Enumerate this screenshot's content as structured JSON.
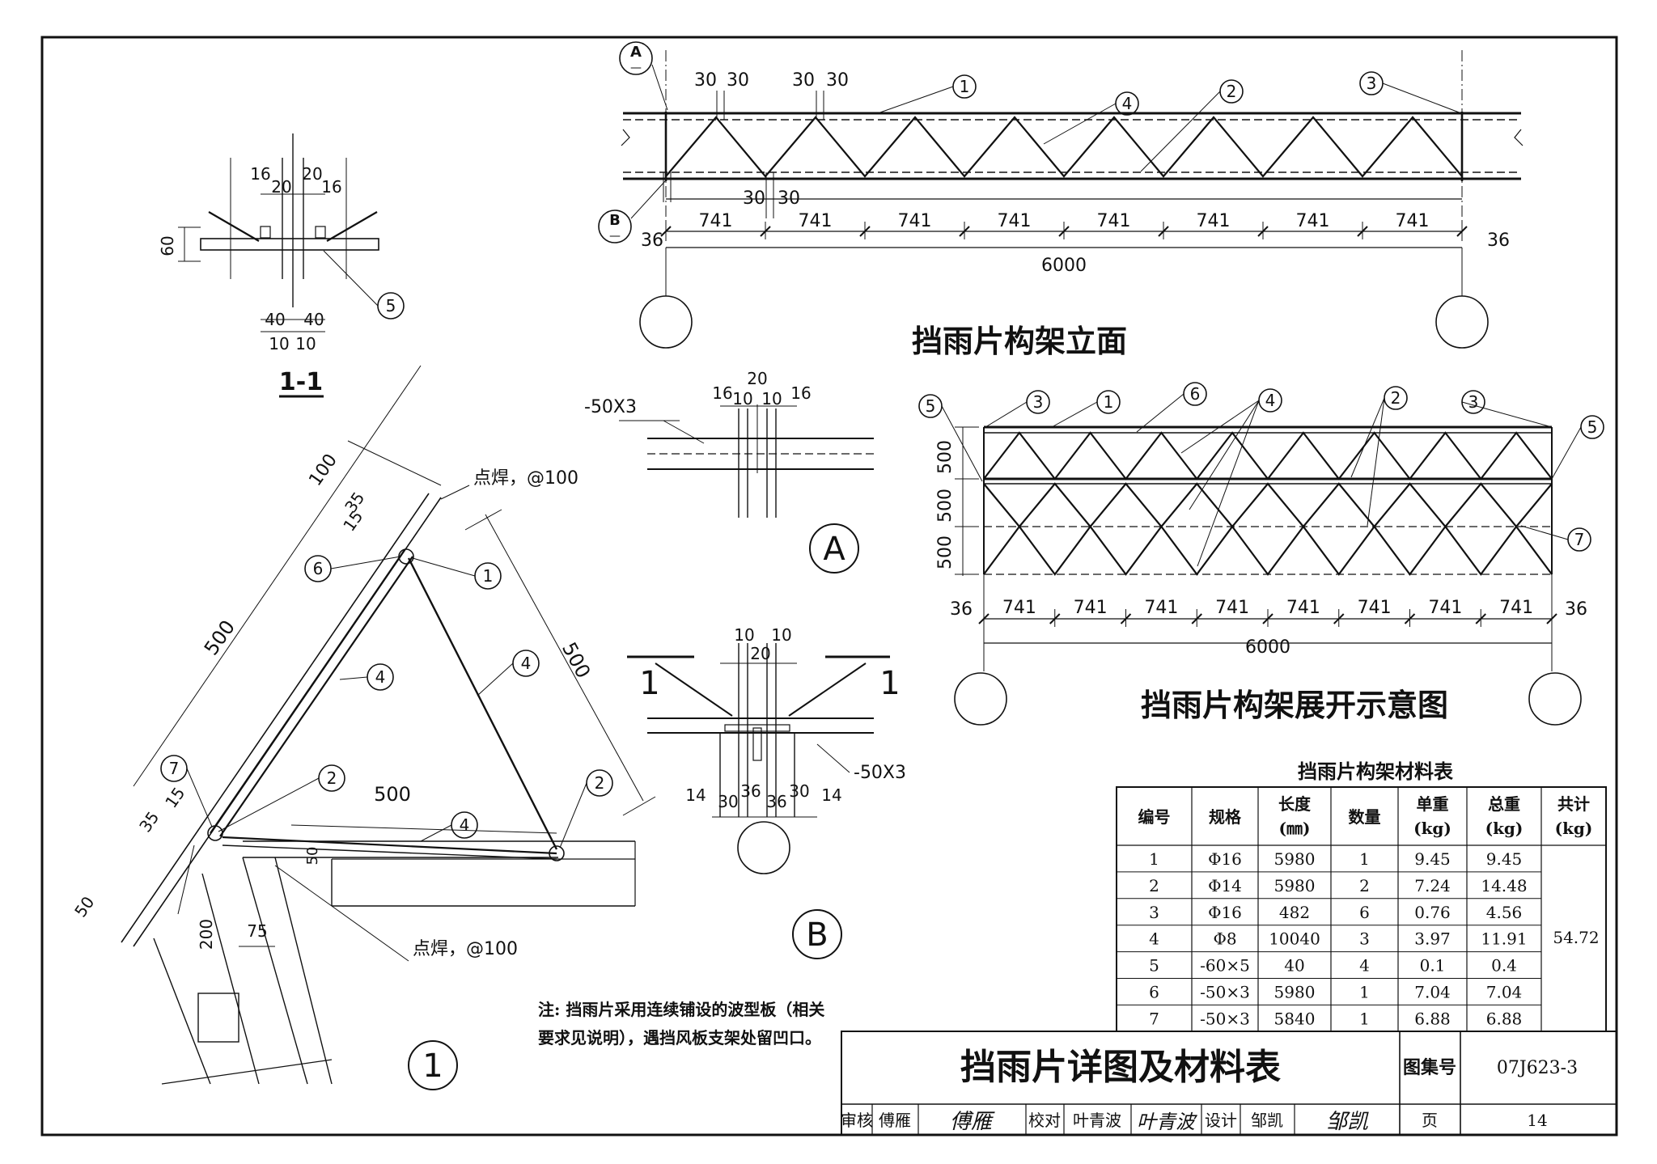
{
  "elevation": {
    "title": "挡雨片构架立面",
    "gaps": [
      "30",
      "30",
      "30",
      "30",
      "30",
      "30"
    ],
    "left_edge": "36",
    "right_edge": "36",
    "spans": [
      "741",
      "741",
      "741",
      "741",
      "741",
      "741",
      "741",
      "741"
    ],
    "total": "6000",
    "section_a": "A",
    "section_b": "B",
    "section_dash": "—",
    "balloons": [
      "1",
      "4",
      "2",
      "3"
    ]
  },
  "unfold": {
    "title": "挡雨片构架展开示意图",
    "heights": [
      "500",
      "500",
      "500"
    ],
    "left_edge": "36",
    "right_edge": "36",
    "spans": [
      "741",
      "741",
      "741",
      "741",
      "741",
      "741",
      "741",
      "741"
    ],
    "total": "6000",
    "balloons": [
      "5",
      "3",
      "1",
      "6",
      "4",
      "2",
      "3",
      "5",
      "7"
    ]
  },
  "section11": {
    "title": "1-1",
    "dims_top": [
      "16",
      "20",
      "20",
      "16"
    ],
    "dim_height": "60",
    "dims_bottom": [
      "40",
      "40"
    ],
    "dims_bottom2": [
      "10",
      "10"
    ],
    "balloon": "5"
  },
  "detailA": {
    "label": "A",
    "plate": "-50X3",
    "dims": [
      "16",
      "10",
      "20",
      "10",
      "16"
    ]
  },
  "detailB": {
    "label": "B",
    "cut_left": "1",
    "cut_right": "1",
    "plate": "-50X3",
    "dims_top": [
      "10",
      "20",
      "10"
    ],
    "dims_bottom": [
      "14",
      "30",
      "36",
      "36",
      "30",
      "14"
    ]
  },
  "detail1": {
    "label": "1",
    "weld_top": "点焊，@100",
    "weld_bottom": "点焊，@100",
    "dims": {
      "d100": "100",
      "d35a": "35",
      "d15a": "15",
      "d500a": "500",
      "d500b": "500",
      "d500c": "500",
      "d15b": "15",
      "d35b": "35",
      "d50a": "50",
      "d200": "200",
      "d75": "75",
      "d50b": "50"
    },
    "balloons": [
      "6",
      "1",
      "4",
      "4",
      "7",
      "2",
      "4",
      "2"
    ]
  },
  "note": {
    "line1": "注: 挡雨片采用连续铺设的波型板（相关",
    "line2": "要求见说明），遇挡风板支架处留凹口。"
  },
  "table": {
    "title": "挡雨片构架材料表",
    "headers": [
      [
        "编号"
      ],
      [
        "规格"
      ],
      [
        "长度",
        "(㎜)"
      ],
      [
        "数量"
      ],
      [
        "单重",
        "(kg)"
      ],
      [
        "总重",
        "(kg)"
      ],
      [
        "共计",
        "(kg)"
      ]
    ],
    "rows": [
      [
        "1",
        "Φ16",
        "5980",
        "1",
        "9.45",
        "9.45"
      ],
      [
        "2",
        "Φ14",
        "5980",
        "2",
        "7.24",
        "14.48"
      ],
      [
        "3",
        "Φ16",
        "482",
        "6",
        "0.76",
        "4.56"
      ],
      [
        "4",
        "Φ8",
        "10040",
        "3",
        "3.97",
        "11.91"
      ],
      [
        "5",
        "-60×5",
        "40",
        "4",
        "0.1",
        "0.4"
      ],
      [
        "6",
        "-50×3",
        "5980",
        "1",
        "7.04",
        "7.04"
      ],
      [
        "7",
        "-50×3",
        "5840",
        "1",
        "6.88",
        "6.88"
      ]
    ],
    "sum": "54.72"
  },
  "titleblock": {
    "title": "挡雨片详图及材料表",
    "atlas_label": "图集号",
    "atlas_no": "07J623-3",
    "review": "审核",
    "reviewer": "傅雁",
    "reviewer_sign": "傅雁",
    "check": "校对",
    "checker": "叶青波",
    "checker_sign": "叶青波",
    "design": "设计",
    "designer": "邹凯",
    "designer_sign": "邹凯",
    "page_label": "页",
    "page_no": "14"
  }
}
